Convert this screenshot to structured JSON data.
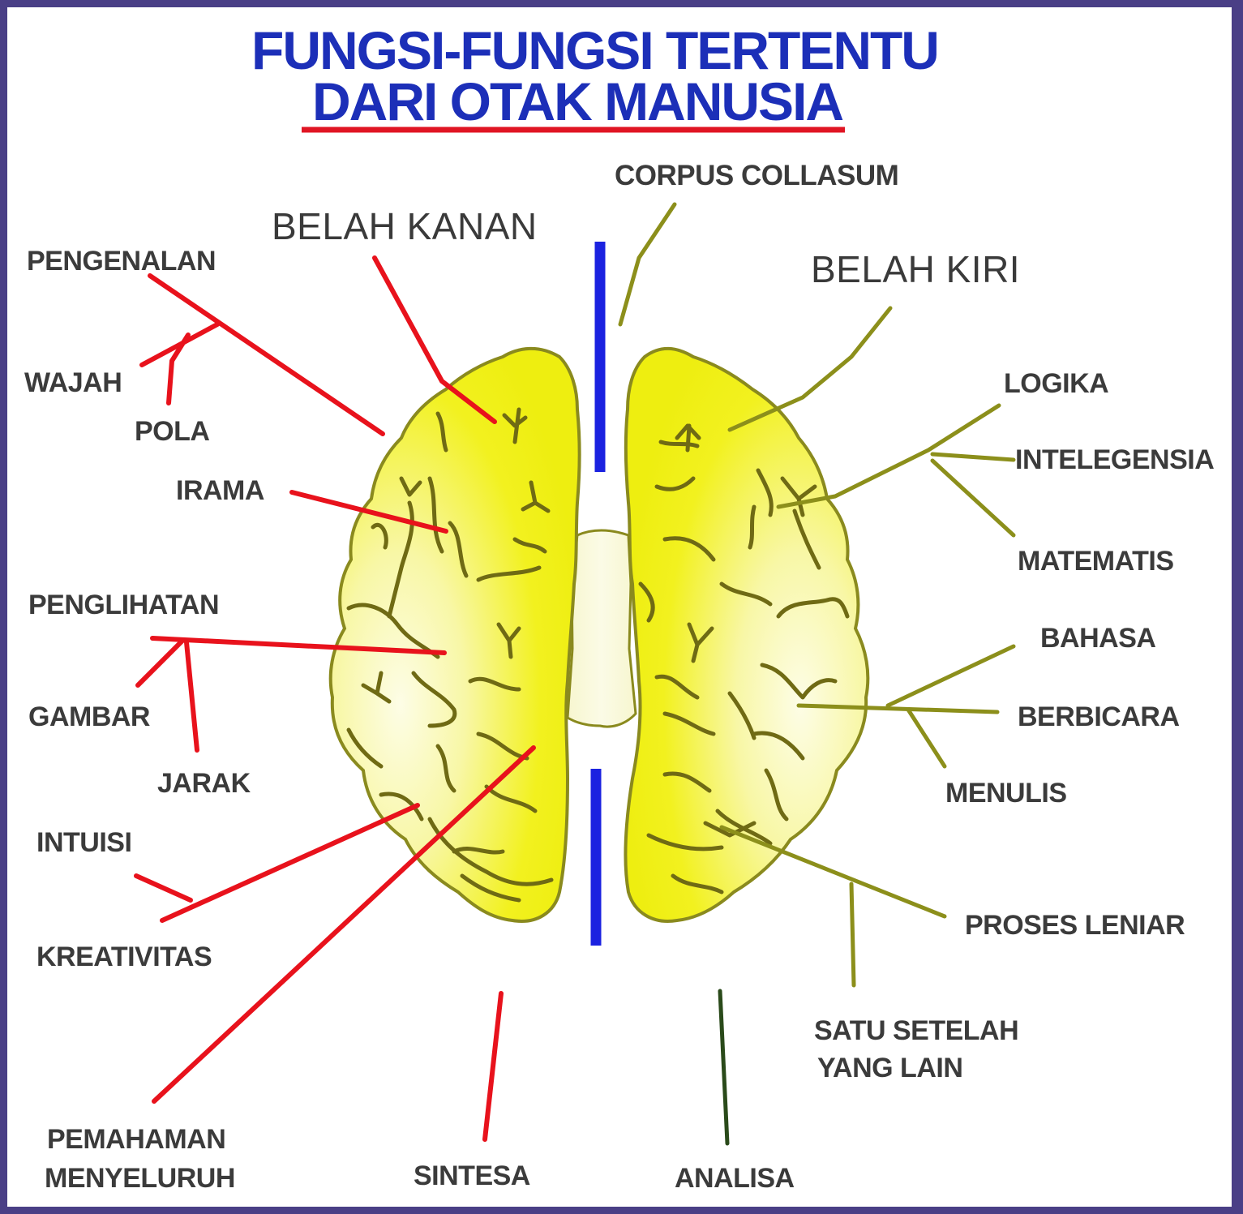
{
  "title": {
    "line1": "FUNGSI-FUNGSI TERTENTU",
    "line2": "DARI OTAK MANUSIA"
  },
  "hemispheres": {
    "right": "BELAH KANAN",
    "left": "BELAH KIRI",
    "corpus": "CORPUS COLLASUM"
  },
  "right_functions": {
    "pengenalan": "PENGENALAN",
    "wajah": "WAJAH",
    "pola": "POLA",
    "irama": "IRAMA",
    "penglihatan": "PENGLIHATAN",
    "gambar": "GAMBAR",
    "jarak": "JARAK",
    "intuisi": "INTUISI",
    "kreativitas": "KREATIVITAS",
    "pemahaman_1": "PEMAHAMAN",
    "pemahaman_2": "MENYELURUH",
    "sintesa": "SINTESA"
  },
  "left_functions": {
    "logika": "LOGIKA",
    "intelegensia": "INTELEGENSIA",
    "matematis": "MATEMATIS",
    "bahasa": "BAHASA",
    "berbicara": "BERBICARA",
    "menulis": "MENULIS",
    "proses": "PROSES LENIAR",
    "satu_1": "SATU SETELAH",
    "satu_2": "YANG LAIN",
    "analisa": "ANALISA"
  },
  "colors": {
    "frame": "#4a3f86",
    "title": "#1c2fb8",
    "underline": "#e01523",
    "brain_fill": "#f2f21a",
    "brain_outline": "#8a8a1e",
    "right_lines": "#e8121c",
    "left_lines": "#8c8f1b",
    "divider": "#1b22e0"
  },
  "icons": [
    "brain-illustration"
  ]
}
